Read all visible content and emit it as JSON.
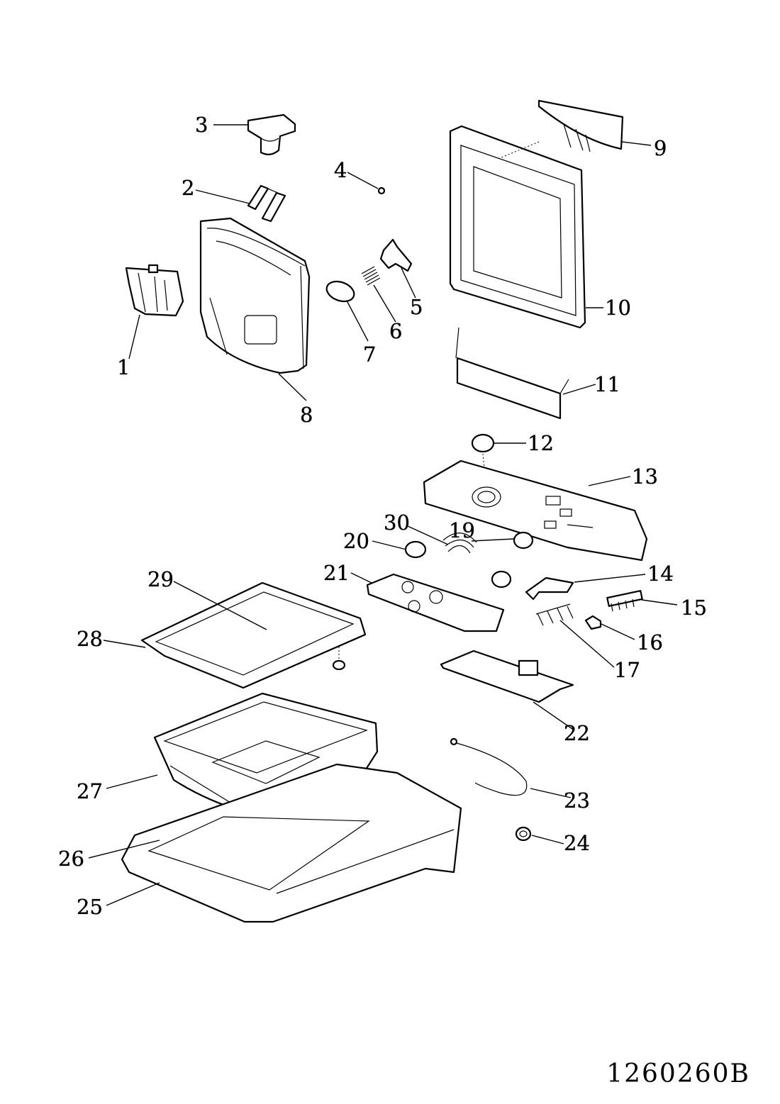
{
  "diagram": {
    "drawing_code": "1260260B",
    "callouts": [
      {
        "id": "1",
        "text": "1"
      },
      {
        "id": "2",
        "text": "2"
      },
      {
        "id": "3",
        "text": "3"
      },
      {
        "id": "4",
        "text": "4"
      },
      {
        "id": "5",
        "text": "5"
      },
      {
        "id": "6",
        "text": "6"
      },
      {
        "id": "7",
        "text": "7"
      },
      {
        "id": "8",
        "text": "8"
      },
      {
        "id": "9",
        "text": "9"
      },
      {
        "id": "10",
        "text": "10"
      },
      {
        "id": "11",
        "text": "11"
      },
      {
        "id": "12",
        "text": "12"
      },
      {
        "id": "13",
        "text": "13"
      },
      {
        "id": "14",
        "text": "14"
      },
      {
        "id": "15",
        "text": "15"
      },
      {
        "id": "16",
        "text": "16"
      },
      {
        "id": "17",
        "text": "17"
      },
      {
        "id": "19",
        "text": "19"
      },
      {
        "id": "20",
        "text": "20"
      },
      {
        "id": "21",
        "text": "21"
      },
      {
        "id": "22",
        "text": "22"
      },
      {
        "id": "23",
        "text": "23"
      },
      {
        "id": "24",
        "text": "24"
      },
      {
        "id": "25",
        "text": "25"
      },
      {
        "id": "26",
        "text": "26"
      },
      {
        "id": "27",
        "text": "27"
      },
      {
        "id": "28",
        "text": "28"
      },
      {
        "id": "29",
        "text": "29"
      },
      {
        "id": "30",
        "text": "30"
      }
    ]
  }
}
